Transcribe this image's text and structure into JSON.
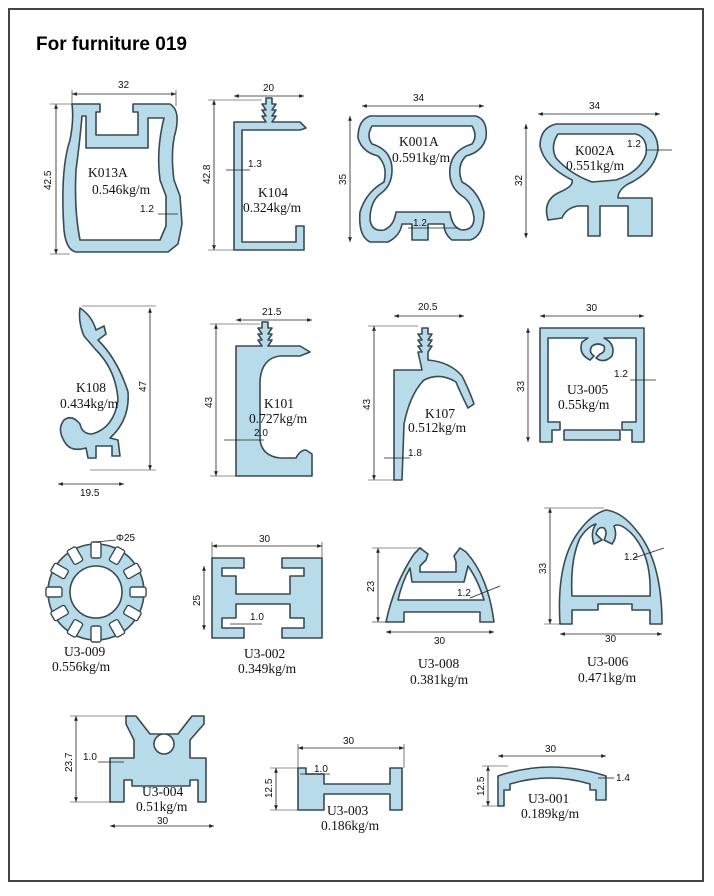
{
  "title": "For furniture 019",
  "colors": {
    "profile_fill": "#b7dbe8",
    "profile_stroke": "#3a4a55",
    "frame": "#444444"
  },
  "profiles": [
    {
      "code": "K013A",
      "weight": "0.546kg/m",
      "dims": [
        "32",
        "42.5",
        "1.2"
      ]
    },
    {
      "code": "K104",
      "weight": "0.324kg/m",
      "dims": [
        "20",
        "42.8",
        "1.3"
      ]
    },
    {
      "code": "K001A",
      "weight": "0.591kg/m",
      "dims": [
        "34",
        "35",
        "1.2"
      ]
    },
    {
      "code": "K002A",
      "weight": "0.551kg/m",
      "dims": [
        "34",
        "32",
        "1.2"
      ]
    },
    {
      "code": "K108",
      "weight": "0.434kg/m",
      "dims": [
        "47",
        "19.5"
      ]
    },
    {
      "code": "K101",
      "weight": "0.727kg/m",
      "dims": [
        "21.5",
        "43",
        "2.0"
      ]
    },
    {
      "code": "K107",
      "weight": "0.512kg/m",
      "dims": [
        "20.5",
        "43",
        "1.8"
      ]
    },
    {
      "code": "U3-005",
      "weight": "0.55kg/m",
      "dims": [
        "30",
        "33",
        "1.2"
      ]
    },
    {
      "code": "U3-009",
      "weight": "0.556kg/m",
      "dims": [
        "Φ25"
      ]
    },
    {
      "code": "U3-002",
      "weight": "0.349kg/m",
      "dims": [
        "30",
        "25",
        "1.0"
      ]
    },
    {
      "code": "U3-008",
      "weight": "0.381kg/m",
      "dims": [
        "23",
        "1.2",
        "30"
      ]
    },
    {
      "code": "U3-006",
      "weight": "0.471kg/m",
      "dims": [
        "33",
        "1.2",
        "30"
      ]
    },
    {
      "code": "U3-004",
      "weight": "0.51kg/m",
      "dims": [
        "23.7",
        "1.0",
        "30"
      ]
    },
    {
      "code": "U3-003",
      "weight": "0.186kg/m",
      "dims": [
        "30",
        "12.5",
        "1.0"
      ]
    },
    {
      "code": "U3-001",
      "weight": "0.189kg/m",
      "dims": [
        "30",
        "12.5",
        "1.4"
      ]
    }
  ]
}
